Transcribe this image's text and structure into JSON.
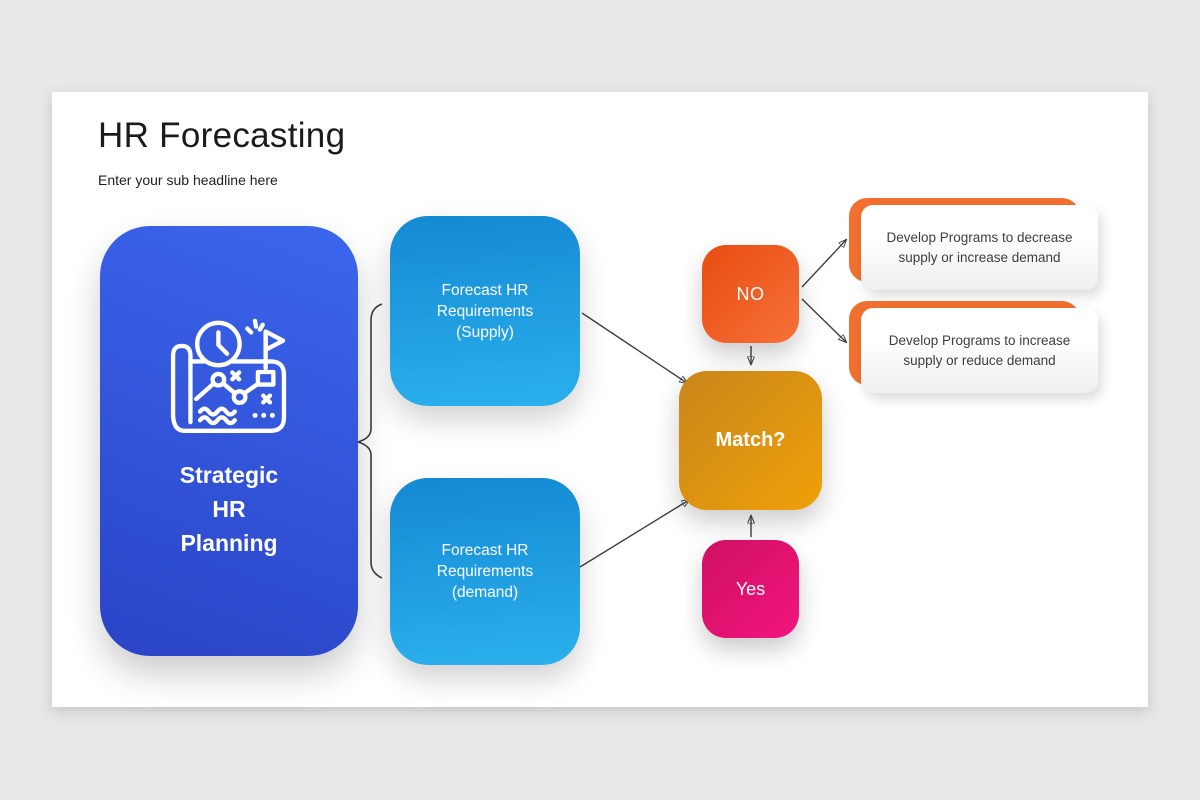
{
  "slide": {
    "title": "HR Forecasting",
    "subtitle": "Enter your sub headline here"
  },
  "diagram": {
    "strategic": {
      "label": "Strategic\nHR\nPlanning",
      "icon": "strategy-map-icon"
    },
    "supply_box": {
      "label": "Forecast HR\nRequirements\n(Supply)"
    },
    "demand_box": {
      "label": "Forecast HR\nRequirements\n(demand)"
    },
    "no_box": {
      "label": "NO"
    },
    "match_box": {
      "label": "Match?"
    },
    "yes_box": {
      "label": "Yes"
    },
    "outcomes": [
      {
        "label": "Develop Programs to decrease\nsupply or increase demand"
      },
      {
        "label": "Develop Programs to increase\nsupply or reduce demand"
      }
    ]
  },
  "colors": {
    "background": "#e9e8e8",
    "slide": "#ffffff",
    "strategic_gradient": [
      "#3b66ee",
      "#2b44c6"
    ],
    "forecast_gradient": [
      "#1489d3",
      "#2bb0ec"
    ],
    "no_gradient": [
      "#e84c10",
      "#f5713a"
    ],
    "match_gradient": [
      "#c9861b",
      "#efa008"
    ],
    "yes_gradient": [
      "#cf0f62",
      "#f2157e"
    ],
    "outcome_accent": "#f1702f",
    "connector": "#3f3f3f"
  }
}
